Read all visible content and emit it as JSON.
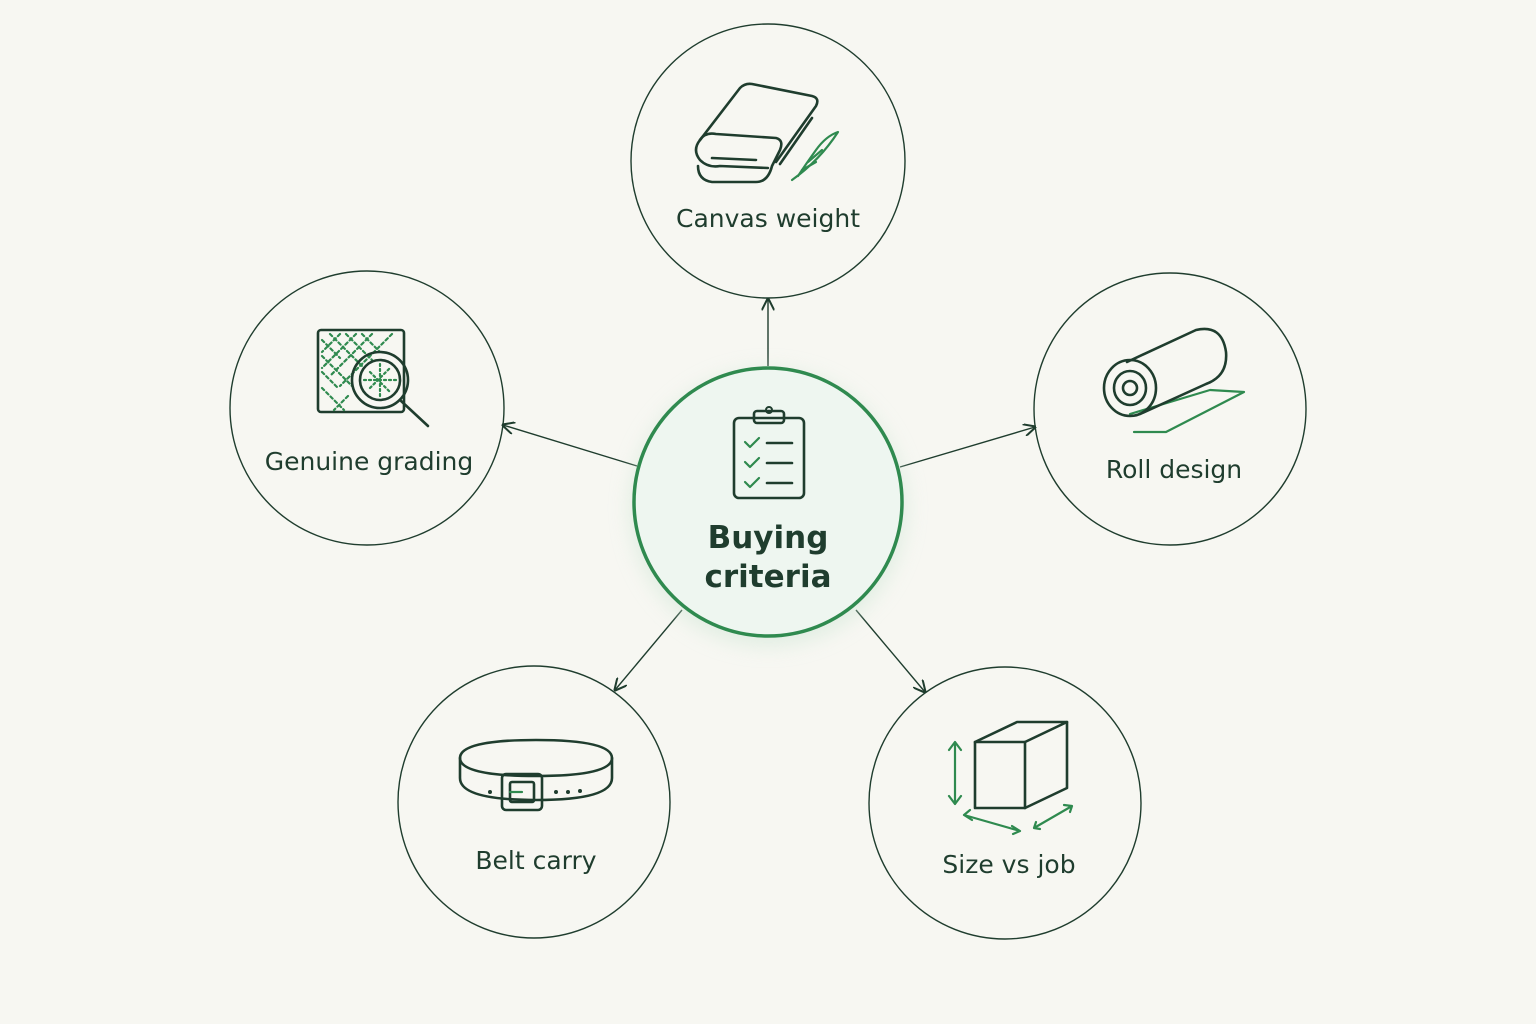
{
  "center": {
    "line1": "Buying",
    "line2": "criteria",
    "icon": "clipboard-checklist-icon"
  },
  "nodes": [
    {
      "label": "Canvas weight",
      "icon": "folded-canvas-feather-icon"
    },
    {
      "label": "Roll design",
      "icon": "tool-roll-icon"
    },
    {
      "label": "Size vs job",
      "icon": "box-dimensions-icon"
    },
    {
      "label": "Belt carry",
      "icon": "belt-buckle-icon"
    },
    {
      "label": "Genuine grading",
      "icon": "fabric-magnifier-icon"
    }
  ],
  "colors": {
    "accent": "#2f8a4f",
    "ink": "#1f3d2e",
    "background": "#f7f7f2",
    "center_fill": "#eef6f0"
  }
}
